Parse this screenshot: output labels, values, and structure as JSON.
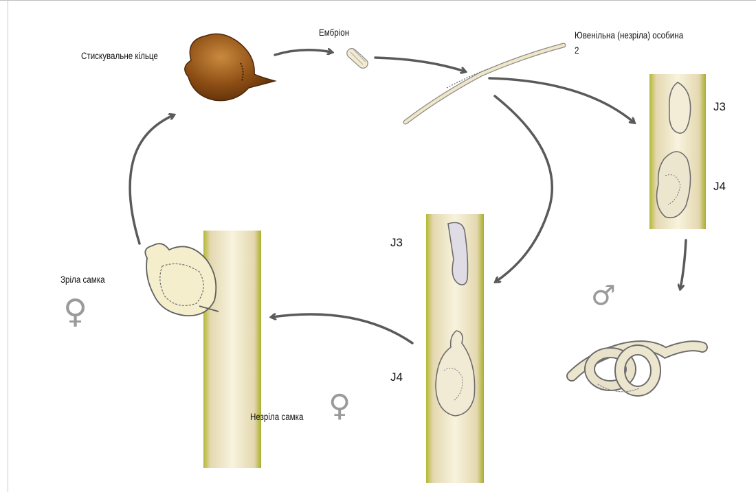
{
  "labels": {
    "cyst": "Стискувальне кільце",
    "embryo": "Ембріон",
    "juvenile_line1": "Ювенільна (незріла) особина",
    "juvenile_line2": "2",
    "mature_female": "Зріла самка",
    "immature_female": "Незріла самка"
  },
  "stages": {
    "right_j3": "J3",
    "right_j4": "J4",
    "middle_j3": "J3",
    "middle_j4": "J4"
  },
  "symbols": {
    "female_mature": "♀",
    "female_immature": "♀",
    "male": "♂"
  },
  "colors": {
    "arrow": "#5a5a5a",
    "root_edge": "#b8bc3a",
    "root_fill": "#ece2c4",
    "root_core": "#f7f1dc",
    "cyst": "#8a4b12",
    "nematode_outline": "#707070"
  }
}
